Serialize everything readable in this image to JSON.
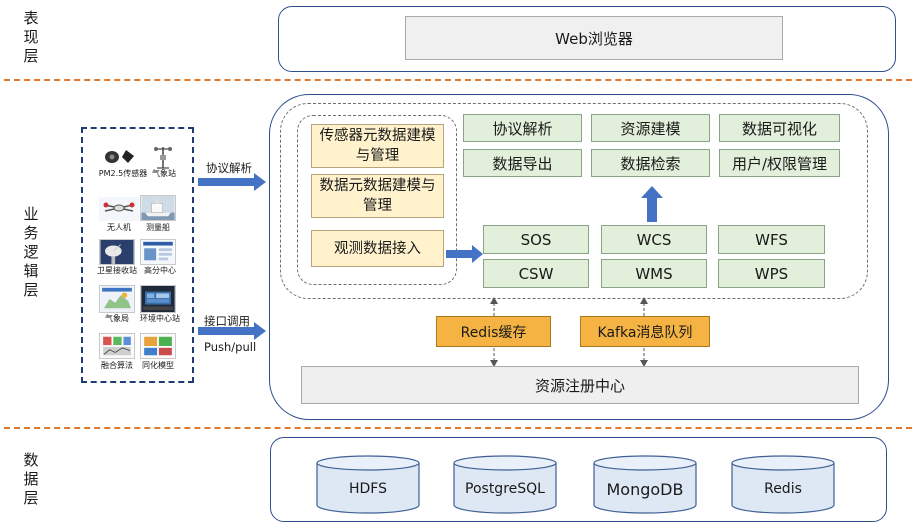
{
  "layers": {
    "presentation": "表现层",
    "business": "业务逻辑层",
    "data": "数据层"
  },
  "presentation": {
    "browser": "Web浏览器"
  },
  "sources": {
    "items": [
      {
        "label": "PM2.5传感器",
        "icon": "pm25-sensor-icon"
      },
      {
        "label": "气象站",
        "icon": "weather-station-icon"
      },
      {
        "label": "无人机",
        "icon": "drone-icon"
      },
      {
        "label": "测量船",
        "icon": "survey-ship-icon"
      },
      {
        "label": "卫星接收站",
        "icon": "satellite-station-icon"
      },
      {
        "label": "高分中心",
        "icon": "gaofen-center-icon"
      },
      {
        "label": "气象局",
        "icon": "meteorological-bureau-icon"
      },
      {
        "label": "环境中心站",
        "icon": "environment-center-icon"
      },
      {
        "label": "融合算法",
        "icon": "fusion-algorithm-icon"
      },
      {
        "label": "同化模型",
        "icon": "assimilation-model-icon"
      }
    ]
  },
  "arrows": {
    "protocol_parse": "协议解析",
    "interface_call": "接口调用",
    "push_pull": "Push/pull"
  },
  "business": {
    "sensor_metadata": "传感器元数据建模与管理",
    "data_metadata": "数据元数据建模与管理",
    "observation_access": "观测数据接入",
    "services_top": [
      "协议解析",
      "资源建模",
      "数据可视化",
      "数据导出",
      "数据检索",
      "用户/权限管理"
    ],
    "ogc_services": [
      "SOS",
      "WCS",
      "WFS",
      "CSW",
      "WMS",
      "WPS"
    ],
    "redis_cache": "Redis缓存",
    "kafka_queue": "Kafka消息队列",
    "registry": "资源注册中心"
  },
  "databases": [
    "HDFS",
    "PostgreSQL",
    "MongoDB",
    "Redis"
  ],
  "colors": {
    "layer_divider": "#e07a2e",
    "arrow": "#4472c4",
    "panel_border": "#2f4f8f",
    "yellow_box": "#fff2cc",
    "green_box": "#e2efda",
    "orange_box": "#f4b342",
    "database": "#dde8f4"
  }
}
